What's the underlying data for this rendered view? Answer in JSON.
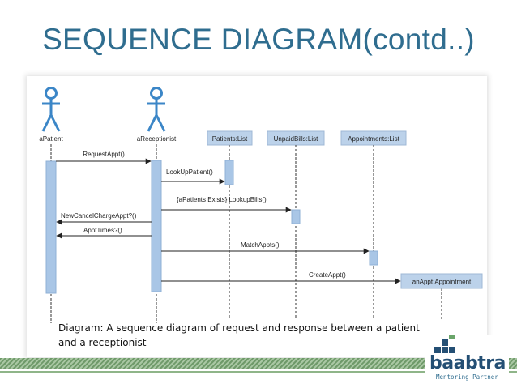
{
  "slide": {
    "title": "SEQUENCE DIAGRAM(contd..)",
    "caption": "Diagram: A sequence diagram of request and response between a patient and a receptionist"
  },
  "diagram": {
    "actors": [
      {
        "id": "patient",
        "label": "aPatient"
      },
      {
        "id": "receptionist",
        "label": "aReceptionist"
      }
    ],
    "objects": [
      {
        "id": "patients",
        "label": "Patients:List"
      },
      {
        "id": "bills",
        "label": "UnpaidBills:List"
      },
      {
        "id": "appts",
        "label": "Appointments:List"
      },
      {
        "id": "appt",
        "label": "anAppt:Appointment"
      }
    ],
    "messages": [
      {
        "from": "patient",
        "to": "receptionist",
        "label": "RequestAppt()",
        "dir": "right"
      },
      {
        "from": "receptionist",
        "to": "patients",
        "label": "LookUpPatient()",
        "dir": "right"
      },
      {
        "from": "receptionist",
        "to": "bills",
        "label": "{aPatients Exists} LookupBills()",
        "dir": "right"
      },
      {
        "from": "receptionist",
        "to": "patient",
        "label": "NewCancelChargeAppt?()",
        "dir": "left"
      },
      {
        "from": "receptionist",
        "to": "patient",
        "label": "ApptTimes?()",
        "dir": "left"
      },
      {
        "from": "receptionist",
        "to": "appts",
        "label": "MatchAppts()",
        "dir": "right"
      },
      {
        "from": "receptionist",
        "to": "appt",
        "label": "CreateAppt()",
        "dir": "right"
      }
    ]
  },
  "logo": {
    "name": "baabtra",
    "tagline": "Mentoring Partner"
  },
  "colors": {
    "title": "#2f6d8f",
    "actor": "#3b86c7",
    "activation": "#a9c6e6",
    "box": "#bcd2ea",
    "line": "#222222",
    "logo": "#244f74"
  }
}
